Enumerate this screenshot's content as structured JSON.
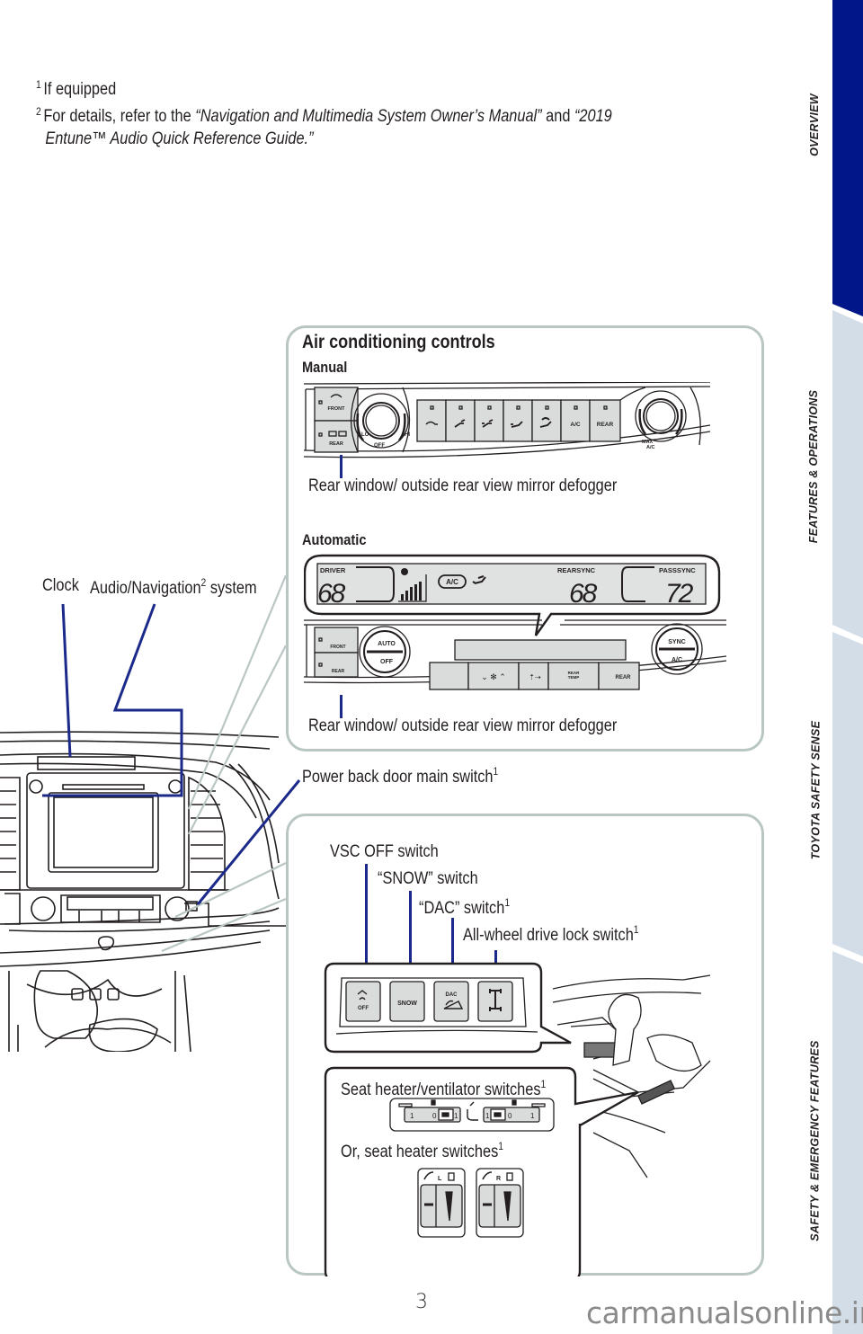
{
  "footnotes": {
    "fn1": {
      "marker": "1",
      "text": "If equipped"
    },
    "fn2": {
      "marker": "2",
      "prefix": "For details, refer to the ",
      "title1": "“Navigation and Multimedia System Owner’s Manual”",
      "joiner": " and ",
      "title2_line1": "“2019",
      "title2_line2": "Entune™ Audio Quick Reference Guide.”"
    }
  },
  "side_tabs": [
    {
      "label": "OVERVIEW",
      "active": true
    },
    {
      "label": "FEATURES & OPERATIONS",
      "active": false
    },
    {
      "label": "TOYOTA SAFETY SENSE",
      "active": false
    },
    {
      "label": "SAFETY & EMERGENCY FEATURES",
      "active": false
    }
  ],
  "colors": {
    "tab_active": "#001689",
    "tab_inactive": "#d3dde8",
    "leader_line": "#1b2a8a",
    "panel_border": "#b9c6c4",
    "button_fill": "#d9dcdb"
  },
  "ac_panel": {
    "title": "Air conditioning controls",
    "manual": {
      "heading": "Manual",
      "buttons": [
        "FRONT",
        "REAR",
        "A/C",
        "REAR"
      ],
      "dial_labels": {
        "lo": "LO",
        "hi": "HI",
        "off": "OFF",
        "max": "MAX",
        "ac": "A/C"
      },
      "callout": "Rear window/ outside rear view mirror defogger"
    },
    "automatic": {
      "heading": "Automatic",
      "display": {
        "driver_label": "DRIVER",
        "driver_temp": "68",
        "ac_badge": "A/C",
        "rear_sync_label": "REARSYNC",
        "rear_temp": "68",
        "pass_sync_label": "PASSSYNC",
        "pass_temp": "72"
      },
      "buttons": {
        "front": "FRONT",
        "rear_defog": "REAR",
        "auto": "AUTO",
        "off": "OFF",
        "sync": "SYNC",
        "ac": "A/C",
        "rear_temp_line1": "REAR",
        "rear_temp_line2": "TEMP",
        "rear": "REAR"
      },
      "callout": "Rear window/ outside rear view mirror defogger"
    }
  },
  "dash_labels": {
    "clock": "Clock",
    "audio_nav": "Audio/Navigation",
    "audio_nav_sup": "2",
    "audio_nav_suffix": " system",
    "power_back_door": "Power back door main switch",
    "power_back_door_sup": "1"
  },
  "switch_panel": {
    "vsc_off": "VSC OFF switch",
    "snow": "“SNOW” switch",
    "dac": "“DAC” switch",
    "dac_sup": "1",
    "awd_lock": "All-wheel drive lock switch",
    "awd_lock_sup": "1",
    "switch_glyphs": {
      "vsc": "OFF",
      "snow": "SNOW",
      "dac": "DAC"
    },
    "seat_heater_vent": "Seat heater/ventilator switches",
    "seat_heater_vent_sup": "1",
    "seat_heater": "Or, seat heater switches",
    "seat_heater_sup": "1",
    "seat_switch_left": {
      "positions": [
        "1",
        "0",
        "1"
      ],
      "side": "L"
    },
    "seat_switch_right": {
      "positions": [
        "1",
        "0",
        "1"
      ],
      "side": "R"
    }
  },
  "page": {
    "number": "3",
    "watermark": "carmanualsonline.info"
  }
}
